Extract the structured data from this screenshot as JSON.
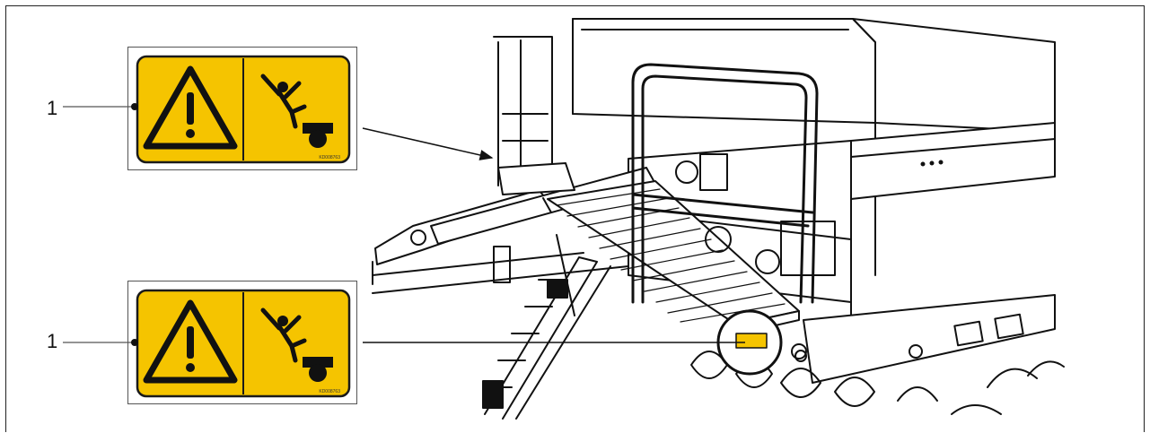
{
  "figure": {
    "callouts": [
      {
        "number": "1",
        "target": "upper-decal"
      },
      {
        "number": "1",
        "target": "lower-decal"
      }
    ],
    "decals": [
      {
        "left_icon": "warning-triangle-icon",
        "right_icon": "fall-hazard-icon",
        "code": "KD008763"
      },
      {
        "left_icon": "warning-triangle-icon",
        "right_icon": "fall-hazard-icon",
        "code": "KD008763"
      }
    ],
    "colors": {
      "decal_yellow": "#F5C400",
      "decal_border": "#1a1a1a",
      "highlight_yellow": "#F5C400",
      "line_art": "#111111"
    }
  }
}
